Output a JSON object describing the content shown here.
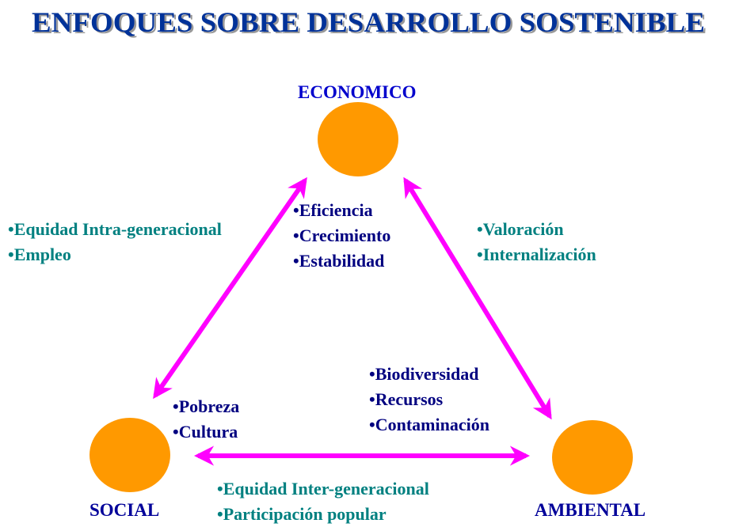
{
  "title": "ENFOQUES SOBRE DESARROLLO SOSTENIBLE",
  "nodes": {
    "economico": "ECONOMICO",
    "social": "SOCIAL",
    "ambiental": "AMBIENTAL"
  },
  "lists": {
    "economico": [
      "•Eficiencia",
      "•Crecimiento",
      "•Estabilidad"
    ],
    "social": [
      "•Pobreza",
      "•Cultura"
    ],
    "ambiental": [
      "•Biodiversidad",
      "•Recursos",
      "•Contaminación"
    ],
    "economico_social": [
      "•Equidad Intra-generacional",
      "•Empleo"
    ],
    "economico_ambiental": [
      "•Valoración",
      "•Internalización"
    ],
    "social_ambiental": [
      "•Equidad Inter-generacional",
      "•Participación popular"
    ]
  },
  "colors": {
    "title": "#003399",
    "node": "#ff9900",
    "arrow": "#ff00ff",
    "dimension_text": "#000080",
    "relation_text": "#008080"
  }
}
